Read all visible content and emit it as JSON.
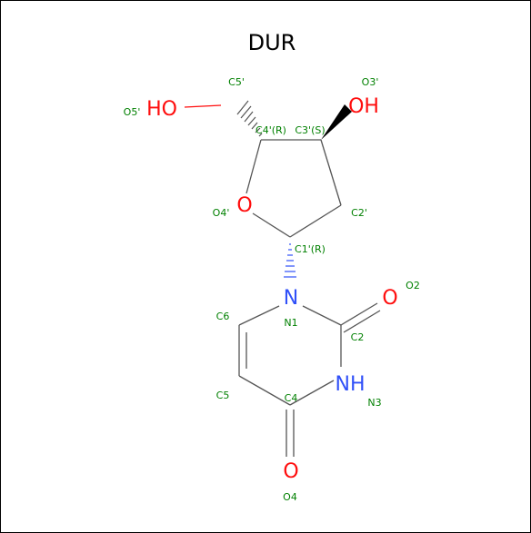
{
  "title": "DUR",
  "colors": {
    "bond": "#555555",
    "oxygen": "#ff0d0d",
    "nitrogen": "#3050f8",
    "name_label": "#008000",
    "text": "#000000"
  },
  "atom_symbols": {
    "o5": "HO",
    "o3": "OH",
    "o4p": "O",
    "n1": "N",
    "o2": "O",
    "n3": "NH",
    "o4": "O"
  },
  "atom_names": {
    "c5p": "C5'",
    "o5p": "O5'",
    "o3p": "O3'",
    "c4p": "C4'(R)",
    "c3p": "C3'(S)",
    "o4p": "O4'",
    "c2p": "C2'",
    "c1p": "C1'(R)",
    "o2": "O2",
    "c6": "C6",
    "n1": "N1",
    "c2": "C2",
    "c5": "C5",
    "c4": "C4",
    "n3": "N3",
    "o4": "O4"
  }
}
